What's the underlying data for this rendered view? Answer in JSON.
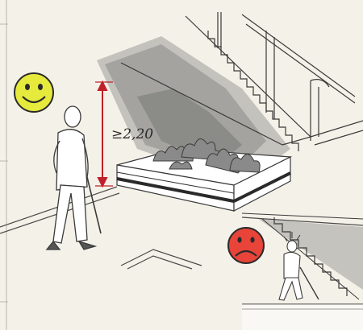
{
  "dimension": {
    "label": "≥2,20"
  },
  "indicators": {
    "good": {
      "mood": "happy",
      "color": "#e6ea3c",
      "icon": "smiley-face-icon"
    },
    "bad": {
      "mood": "sad",
      "color": "#e8443a",
      "icon": "sad-face-icon"
    }
  },
  "colors": {
    "dimension_line": "#c0202a",
    "planter_foliage": "#8a8a8a",
    "line_ink": "#3a3a3a",
    "paper": "#f4f1e8"
  }
}
